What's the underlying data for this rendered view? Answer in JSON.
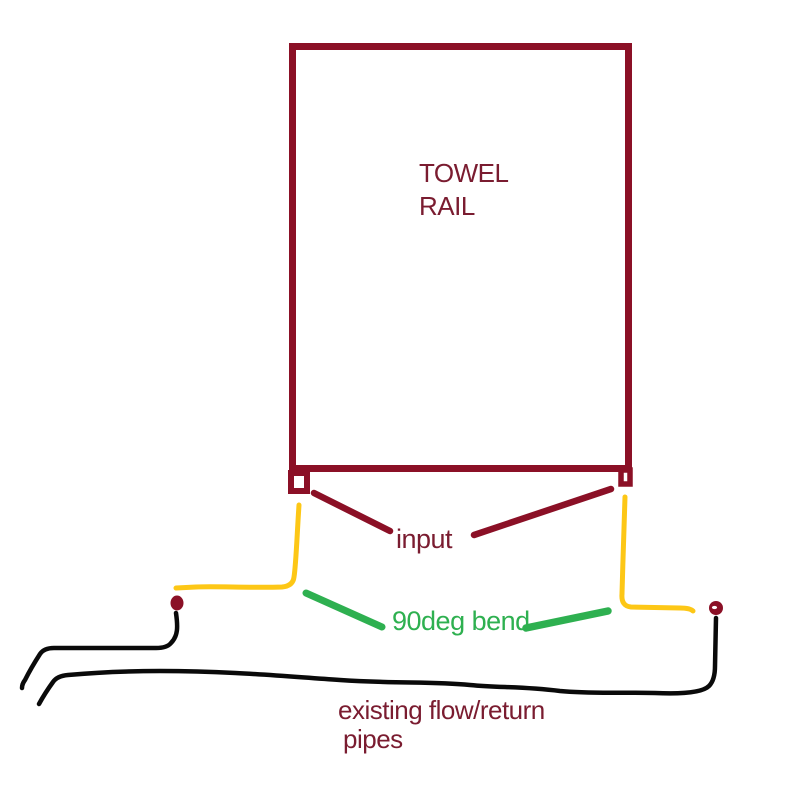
{
  "diagram": {
    "description": "Hand-drawn plumbing sketch of a towel rail with inlets, new pipe runs, bends and existing pipework",
    "labels": {
      "towel_rail_line1": "TOWEL",
      "towel_rail_line2": "RAIL",
      "input": "input",
      "bend": "90deg bend",
      "pipes_line1": "existing flow/return",
      "pipes_line2": "pipes"
    }
  },
  "colors": {
    "ink": "#8b1026",
    "text_ink": "#7a1c30",
    "gold": "#fdc716",
    "green": "#2eb050",
    "black": "#0a0a0a",
    "bg": "#ffffff"
  }
}
